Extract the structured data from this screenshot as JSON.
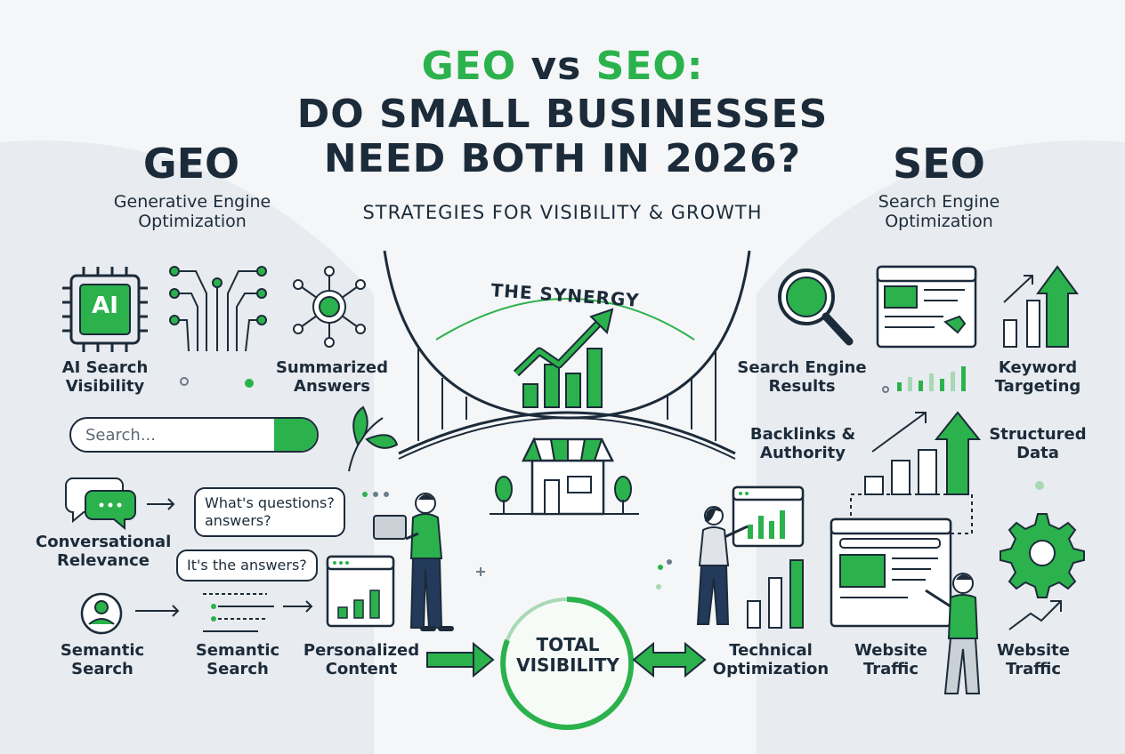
{
  "title": {
    "line1_geo": "GEO",
    "line1_vs": "vs",
    "line1_seo": "SEO:",
    "line2": "DO SMALL BUSINESSES",
    "line3": "NEED BOTH IN 2026?",
    "subtitle": "STRATEGIES FOR VISIBILITY & GROWTH"
  },
  "geo": {
    "heading": "GEO",
    "subheading_1": "Generative Engine",
    "subheading_2": "Optimization",
    "chip_label": "AI",
    "items": {
      "ai_search_1": "AI Search",
      "ai_search_2": "Visibility",
      "summarized_1": "Summarized",
      "summarized_2": "Answers",
      "search_placeholder": "Search...",
      "conversational_1": "Conversational",
      "conversational_2": "Relevance",
      "bubble1_1": "What's questions?",
      "bubble1_2": "answers?",
      "bubble2": "It's the answers?",
      "semantic1_1": "Semantic",
      "semantic1_2": "Search",
      "semantic2_1": "Semantic",
      "semantic2_2": "Search",
      "personalized_1": "Personalized",
      "personalized_2": "Content"
    }
  },
  "seo": {
    "heading": "SEO",
    "subheading_1": "Search Engine",
    "subheading_2": "Optimization",
    "items": {
      "results_1": "Search Engine",
      "results_2": "Results",
      "keyword_1": "Keyword",
      "keyword_2": "Targeting",
      "backlinks_1": "Backlinks &",
      "backlinks_2": "Authority",
      "structured_1": "Structured",
      "structured_2": "Data",
      "technical_1": "Technical",
      "technical_2": "Optimization",
      "traffic1_1": "Website",
      "traffic1_2": "Traffic",
      "traffic2_1": "Website",
      "traffic2_2": "Traffic"
    }
  },
  "center": {
    "synergy": "THE SYNERGY",
    "total_1": "TOTAL",
    "total_2": "VISIBILITY"
  },
  "colors": {
    "accent": "#2bb24c",
    "ink": "#1c2b3a",
    "background": "#f4f6f8"
  }
}
